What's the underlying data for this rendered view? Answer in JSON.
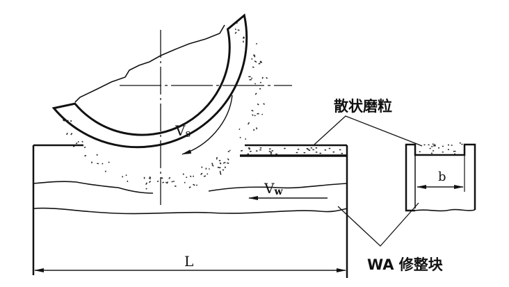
{
  "labels": {
    "loose_abrasive": "散状磨粒",
    "wheel_speed_main": "V",
    "wheel_speed_sub": "s",
    "work_speed_main": "V",
    "work_speed_sub": "w",
    "block_width": "b",
    "length": "L",
    "dresser_block": "WA 修整块"
  }
}
